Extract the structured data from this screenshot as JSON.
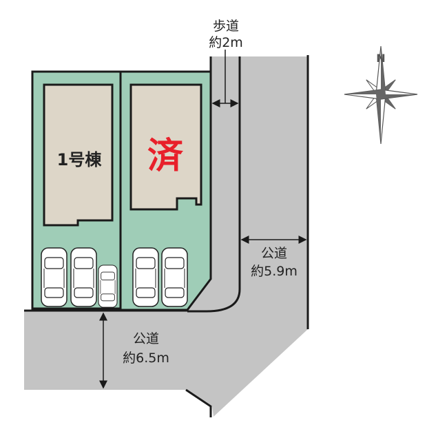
{
  "colors": {
    "lot": "#9fcdb7",
    "building": "#ddd6c8",
    "road": "#c4c4c4",
    "outline": "#1a1a1a",
    "sold": "#e8202a",
    "compass": "#666666"
  },
  "buildings": [
    {
      "label": "1号棟"
    },
    {
      "label": "済"
    }
  ],
  "roads": {
    "sidewalk": {
      "name": "歩道",
      "width": "約2m"
    },
    "east_road": {
      "name": "公道",
      "width": "約5.9m"
    },
    "south_road": {
      "name": "公道",
      "width": "約6.5m"
    }
  },
  "compass": {
    "label": "N",
    "icon": "compass-rose-icon"
  },
  "parking": {
    "cars_lot1": 3,
    "cars_lot2": 2
  }
}
